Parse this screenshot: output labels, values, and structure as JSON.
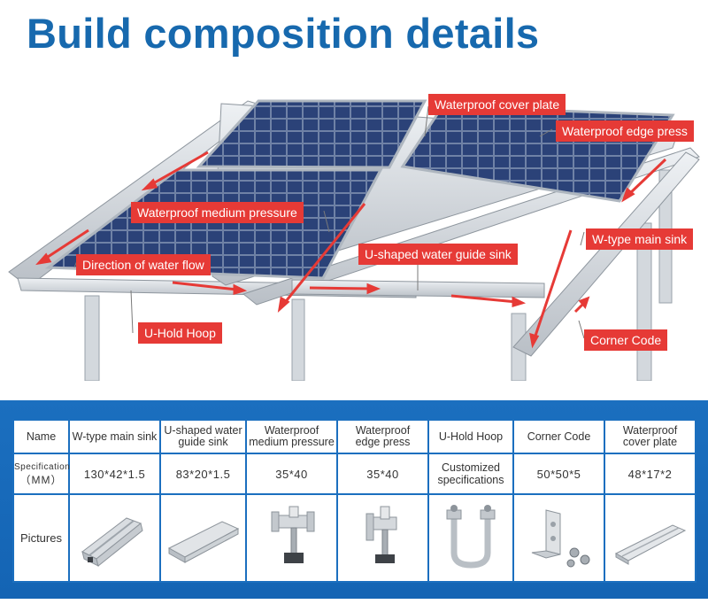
{
  "title": "Build composition details",
  "callouts": {
    "cover_plate": "Waterproof cover plate",
    "edge_press": "Waterproof edge press",
    "medium_pressure": "Waterproof medium pressure",
    "water_flow": "Direction of water flow",
    "u_sink": "U-shaped water guide sink",
    "w_sink": "W-type main sink",
    "u_hoop": "U-Hold Hoop",
    "corner_code": "Corner Code"
  },
  "table": {
    "row_headers": {
      "name": "Name",
      "spec_line1": "Specification",
      "spec_line2": "（MM）",
      "pictures": "Pictures"
    },
    "columns": [
      {
        "name_line1": "W-type main sink",
        "name_line2": "",
        "spec_line1": "130*42*1.5",
        "spec_line2": "",
        "picture": "w-type-main-sink-image"
      },
      {
        "name_line1": "U-shaped water",
        "name_line2": "guide sink",
        "spec_line1": "83*20*1.5",
        "spec_line2": "",
        "picture": "u-shaped-water-guide-sink-image"
      },
      {
        "name_line1": "Waterproof",
        "name_line2": "medium pressure",
        "spec_line1": "35*40",
        "spec_line2": "",
        "picture": "waterproof-medium-pressure-image"
      },
      {
        "name_line1": "Waterproof",
        "name_line2": "edge press",
        "spec_line1": "35*40",
        "spec_line2": "",
        "picture": "waterproof-edge-press-image"
      },
      {
        "name_line1": "U-Hold Hoop",
        "name_line2": "",
        "spec_line1": "Customized",
        "spec_line2": "specifications",
        "picture": "u-hold-hoop-image"
      },
      {
        "name_line1": "Corner Code",
        "name_line2": "",
        "spec_line1": "50*50*5",
        "spec_line2": "",
        "picture": "corner-code-image"
      },
      {
        "name_line1": "Waterproof",
        "name_line2": "cover plate",
        "spec_line1": "48*17*2",
        "spec_line2": "",
        "picture": "waterproof-cover-plate-image"
      }
    ]
  },
  "colors": {
    "title": "#1769ae",
    "callout": "#e63a36",
    "panel": "#1b6fbf",
    "panel_cells": "#2e7fd2",
    "solar_cell": "#1f2f5e",
    "rail": "#c9ced3"
  }
}
